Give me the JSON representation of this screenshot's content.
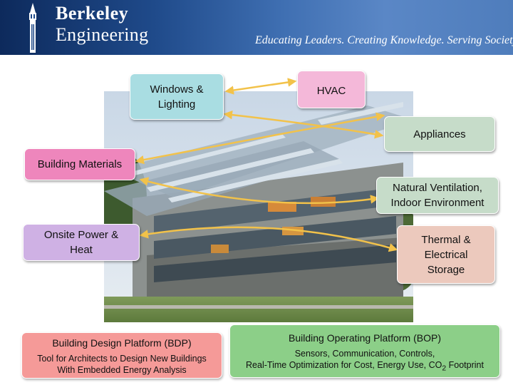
{
  "header": {
    "logo_line1": "Berkeley",
    "logo_line2": "Engineering",
    "tagline": "Educating Leaders. Creating Knowledge. Serving Society.",
    "logo_icon": "campanile-tower-icon",
    "background": "#1f4a8a"
  },
  "labels": {
    "windows_lighting": "Windows & Lighting",
    "hvac": "HVAC",
    "appliances": "Appliances",
    "building_materials": "Building Materials",
    "natural_ventilation": "Natural Ventilation, Indoor Environment",
    "onsite_power": "Onsite Power & Heat",
    "thermal_storage": "Thermal & Electrical Storage"
  },
  "colors": {
    "windows_lighting": "#a9dde2",
    "hvac": "#f4b8d9",
    "appliances": "#c6dcc9",
    "building_materials": "#ee86bc",
    "natural_ventilation": "#c6dcc9",
    "onsite_power": "#cfb1e4",
    "thermal_storage": "#ecc9bd",
    "arrow": "#f2c24a",
    "bdp": "#f59a98",
    "bop": "#8ccf88"
  },
  "bdp": {
    "title": "Building Design Platform (BDP)",
    "line1": "Tool for Architects to Design New Buildings",
    "line2": "With Embedded Energy Analysis"
  },
  "bop": {
    "title": "Building Operating Platform (BOP)",
    "line1": "Sensors, Communication, Controls,",
    "line2_prefix": "Real-Time Optimization for Cost, Energy Use, CO",
    "line2_sub": "2",
    "line2_suffix": " Footprint"
  }
}
